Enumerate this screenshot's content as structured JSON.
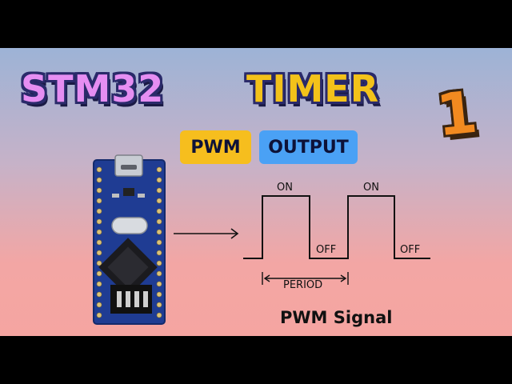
{
  "title": {
    "word1": "STM32",
    "word2": "TIMER",
    "number": "1"
  },
  "badges": {
    "pwm": "PWM",
    "output": "OUTPUT"
  },
  "waveform": {
    "on_label": "ON",
    "off_label": "OFF",
    "period_label": "PERIOD",
    "caption": "PWM Signal"
  },
  "colors": {
    "title_pink": "#e58ef2",
    "title_yellow": "#f3c21a",
    "badge_yellow": "#f6be1e",
    "badge_blue": "#4aa1f5",
    "board_blue": "#1f3c93"
  }
}
